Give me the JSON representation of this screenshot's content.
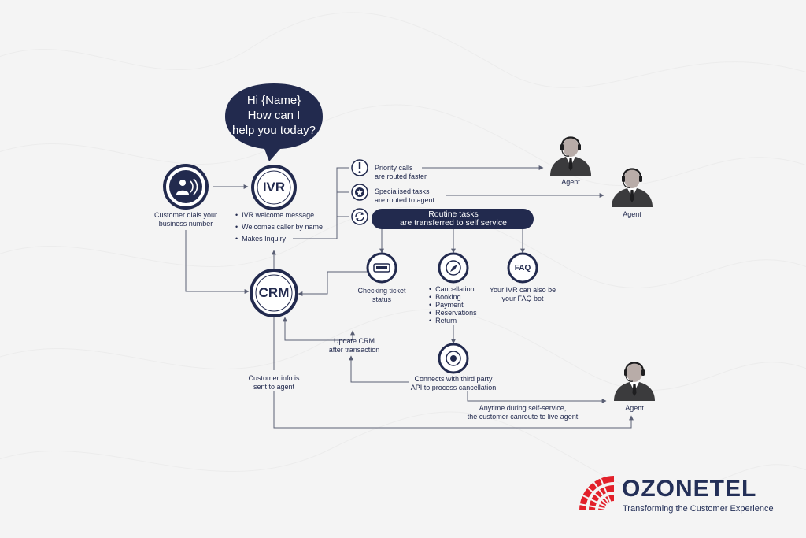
{
  "colors": {
    "navy": "#222a4e",
    "background": "#f4f4f4",
    "brand_red": "#e2202a",
    "line": "#5a5f74"
  },
  "bubble": {
    "line1": "Hi {Name}",
    "line2": "How can I",
    "line3": "help you today?"
  },
  "nodes": {
    "customer": {
      "icon": "phone-user-icon",
      "label_line1": "Customer dials your",
      "label_line2": "business number"
    },
    "ivr": {
      "text": "IVR",
      "bullets": [
        "IVR welcome message",
        "Welcomes caller by name",
        "Makes Inquiry"
      ]
    },
    "crm": {
      "text": "CRM"
    }
  },
  "branches": {
    "priority": {
      "icon": "exclamation-icon",
      "line1": "Priority calls",
      "line2": "are routed faster"
    },
    "specialised": {
      "icon": "star-icon",
      "line1": "Specialised tasks",
      "line2": "are routed to agent"
    },
    "routine": {
      "icon": "refresh-icon",
      "line1": "Routine tasks",
      "line2": "are transferred to self service"
    }
  },
  "self_service": {
    "ticket": {
      "icon": "ticket-icon",
      "line1": "Checking ticket",
      "line2": "status"
    },
    "cancellation": {
      "icon": "compass-icon",
      "bullets": [
        "Cancellation",
        "Booking",
        "Payment",
        "Reservations",
        "Return"
      ]
    },
    "faq": {
      "icon_text": "FAQ",
      "line1": "Your IVR  can also be",
      "line2": "your FAQ bot"
    },
    "api": {
      "icon": "target-icon",
      "line1": "Connects with third party",
      "line2": "API to process cancellation"
    }
  },
  "agents": {
    "label": "Agent"
  },
  "annotations": {
    "update_crm_line1": "Update CRM",
    "update_crm_line2": "after transaction",
    "customer_info_line1": "Customer info is",
    "customer_info_line2": "sent to agent",
    "anytime_line1": "Anytime during self-service,",
    "anytime_line2": "the customer canroute to live agent"
  },
  "logo": {
    "name_part1": "OZONE",
    "name_part2": "TEL",
    "tagline": "Transforming the Customer Experience"
  }
}
